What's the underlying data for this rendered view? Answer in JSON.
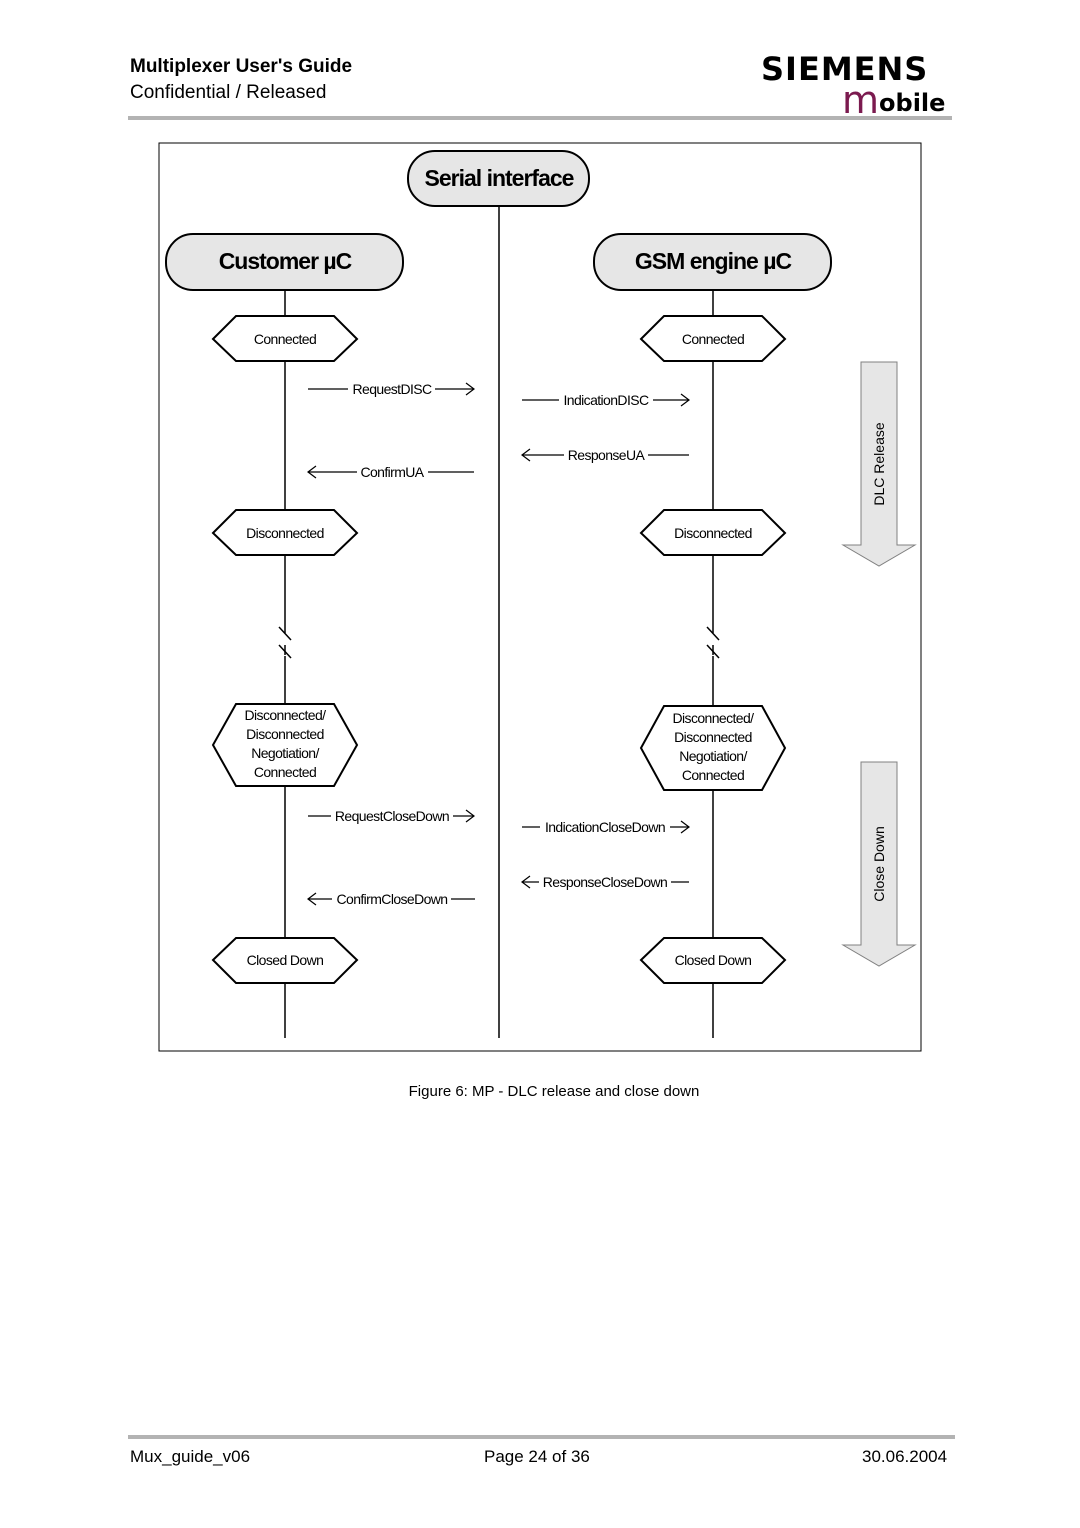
{
  "header": {
    "title": "Multiplexer User's Guide",
    "subtitle": "Confidential / Released",
    "logo_brand": "SIEMENS",
    "logo_m": "m",
    "logo_rest": "obile"
  },
  "diagram": {
    "center_heading": "Serial interface",
    "left_heading": "Customer µC",
    "right_heading": "GSM engine µC",
    "states": {
      "connected": "Connected",
      "disconnected": "Disconnected",
      "multi": [
        "Disconnected/",
        "Disconnected",
        "Negotiation/",
        "Connected"
      ],
      "closed_down": "Closed Down"
    },
    "messages": {
      "request_disc": "RequestDISC",
      "confirm_ua": "ConfirmUA",
      "indication_disc": "IndicationDISC",
      "response_ua": "ResponseUA",
      "request_close_down": "RequestCloseDown",
      "confirm_close_down": "ConfirmCloseDown",
      "indication_close_down": "IndicationCloseDown",
      "response_close_down": "ResponseCloseDown"
    },
    "phases": {
      "dlc_release": "DLC Release",
      "close_down": "Close Down"
    }
  },
  "caption": "Figure 6: MP - DLC release and close down",
  "footer": {
    "left": "Mux_guide_v06",
    "center": "Page 24 of 36",
    "right": "30.06.2004"
  }
}
